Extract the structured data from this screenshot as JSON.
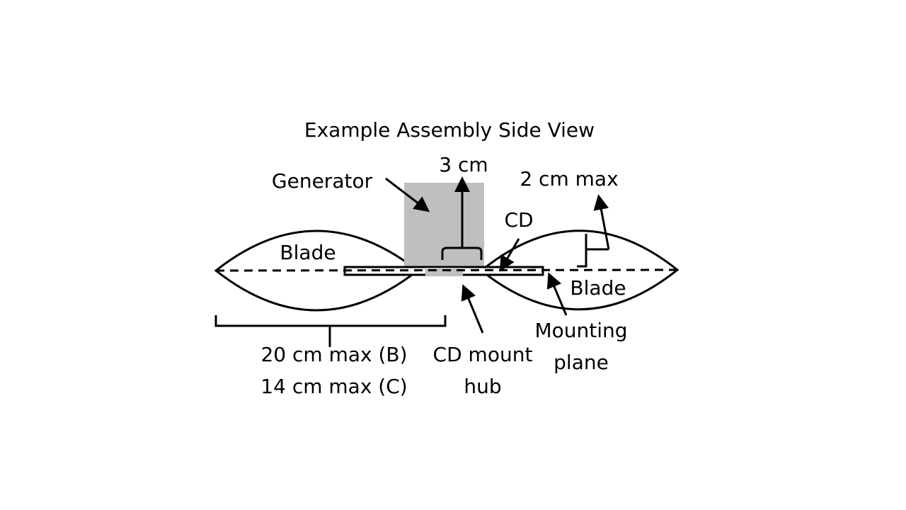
{
  "title": "Example Assembly Side View",
  "labels": {
    "generator": "Generator",
    "height": "3 cm",
    "blade_height": "2 cm max",
    "cd": "CD",
    "blade_left": "Blade",
    "blade_right": "Blade",
    "mounting_plane_1": "Mounting",
    "mounting_plane_2": "plane",
    "hub_1": "CD mount",
    "hub_2": "hub",
    "length_b": "20 cm max (B)",
    "length_c": "14 cm max (C)"
  },
  "colors": {
    "generator": "#bfbfbf",
    "line": "#000000"
  }
}
